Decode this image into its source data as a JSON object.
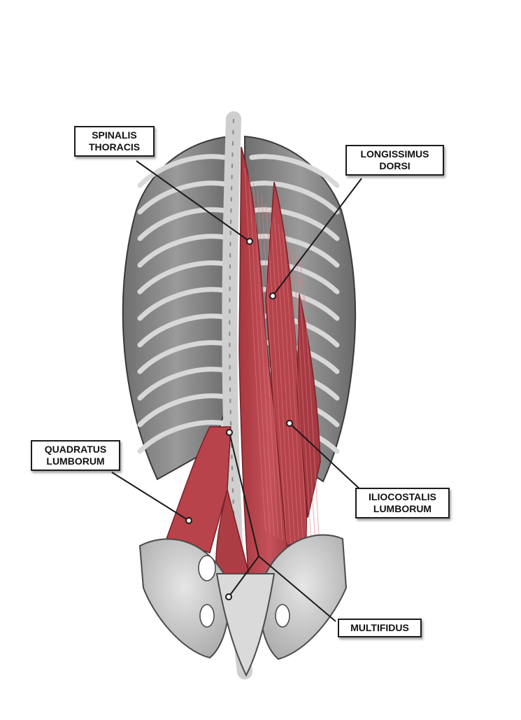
{
  "labels": {
    "spinalis_thoracis": [
      "SPINALIS",
      "THORACIS"
    ],
    "longissimus_dorsi": [
      "LONGISSIMUS",
      "DORSI"
    ],
    "quadratus_lumborum": [
      "QUADRATUS",
      "LUMBORUM"
    ],
    "iliocostalis_lumborum": [
      "ILIOCOSTALIS",
      "LUMBORUM"
    ],
    "multifidus": [
      "MULTIFIDUS"
    ]
  },
  "colors": {
    "background": "#ffffff",
    "bone": "#8c8c8c",
    "bone_light": "#cfcfcf",
    "muscle": "#b8434a",
    "muscle_dark": "#8e2a31",
    "leader_line": "#1a1a1a"
  }
}
